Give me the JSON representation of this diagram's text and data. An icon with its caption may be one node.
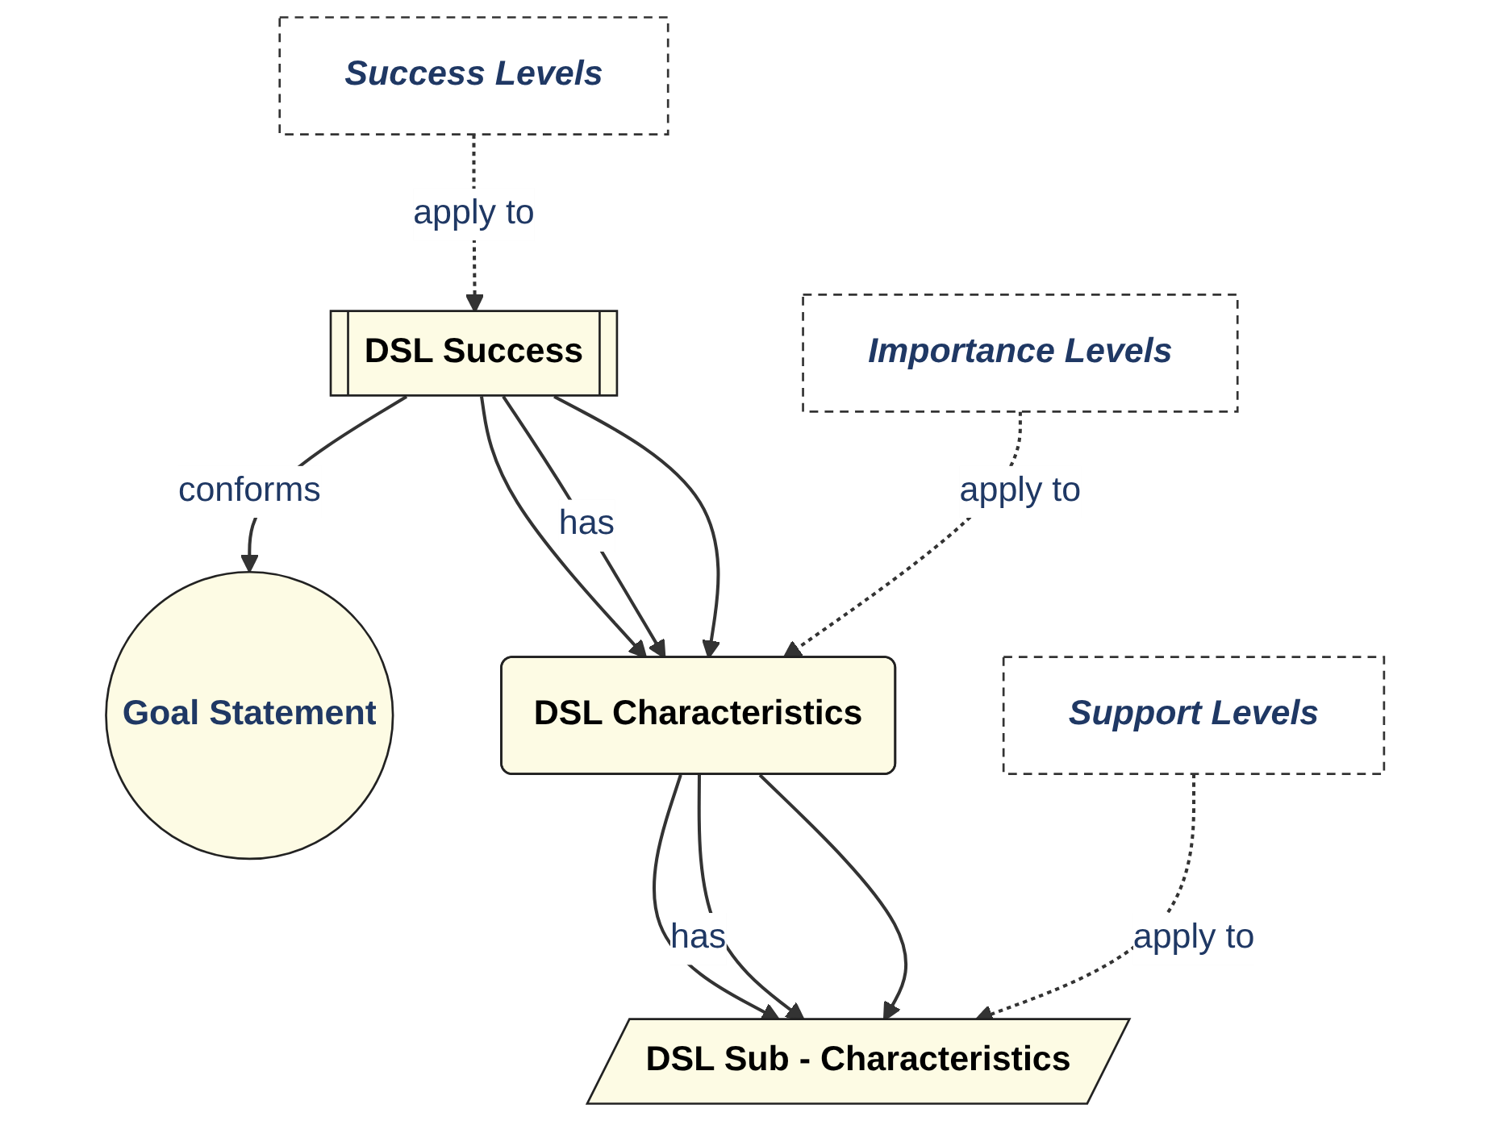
{
  "diagram": {
    "nodes": [
      {
        "text": [
          "Success Levels"
        ]
      },
      {
        "text": [
          "DSL Success"
        ]
      },
      {
        "text": [
          "Goal Statement"
        ]
      },
      {
        "text": [
          "Importance Levels"
        ]
      },
      {
        "text": [
          "DSL Characteristics"
        ]
      },
      {
        "text": [
          "Support Levels"
        ]
      },
      {
        "text": [
          "DSL Sub - Characteristics"
        ]
      }
    ],
    "edges": [
      {
        "from": 0,
        "to": 1,
        "arrow": "to",
        "label": "apply to",
        "style": "dashed"
      },
      {
        "from": 1,
        "to": 2,
        "arrow": "to",
        "label": "conforms"
      },
      {
        "from": 1,
        "to": 4,
        "arrow": "to"
      },
      {
        "from": 1,
        "to": 4,
        "arrow": "to",
        "label": "has"
      },
      {
        "from": 1,
        "to": 4,
        "arrow": "to"
      },
      {
        "from": 3,
        "to": 4,
        "arrow": "to",
        "label": "apply to",
        "style": "dashed"
      },
      {
        "from": 4,
        "to": 6,
        "arrow": "to"
      },
      {
        "from": 4,
        "to": 6,
        "arrow": "to",
        "label": "has"
      },
      {
        "from": 4,
        "to": 6,
        "arrow": "to"
      },
      {
        "from": 5,
        "to": 6,
        "arrow": "to",
        "label": "apply to",
        "style": "dashed"
      }
    ]
  }
}
